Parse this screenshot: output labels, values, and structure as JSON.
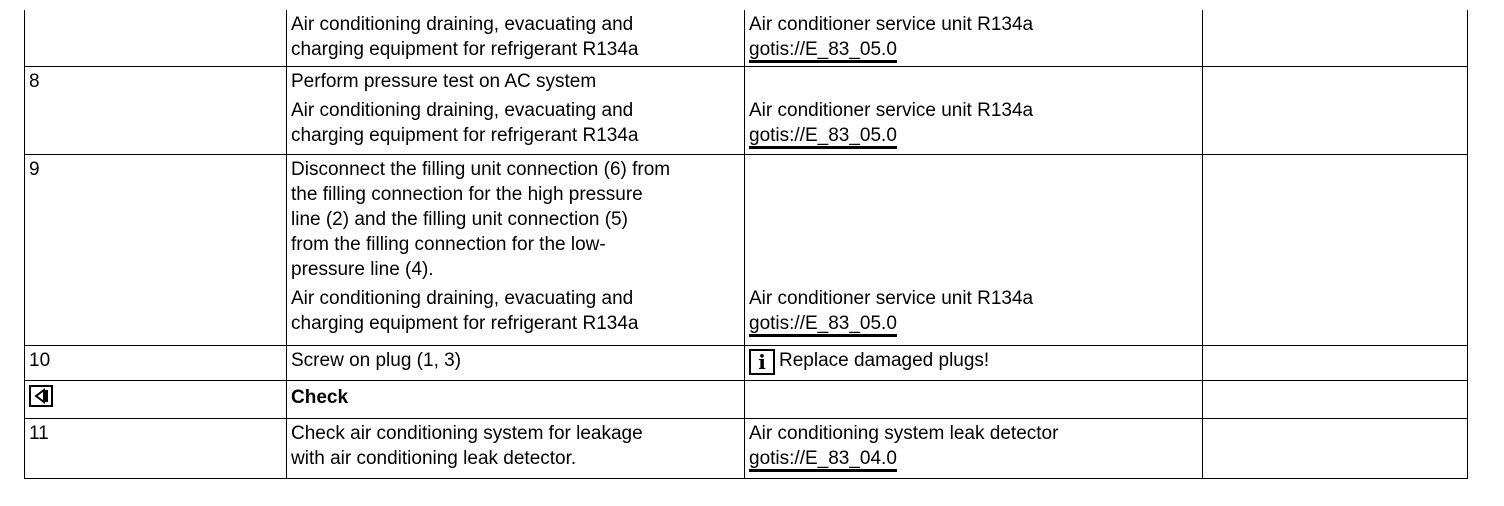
{
  "rows": [
    {
      "step": "",
      "lines": [],
      "equipment": [
        "Air conditioning draining, evacuating and",
        "charging equipment for refrigerant R134a"
      ],
      "tool": "Air conditioner service unit R134a",
      "link": "gotis://E_83_05.0"
    },
    {
      "step": "8",
      "lines": [
        "Perform pressure test on AC system"
      ],
      "equipment": [
        "Air conditioning draining, evacuating and",
        "charging equipment for refrigerant R134a"
      ],
      "tool": "Air conditioner service unit R134a",
      "link": "gotis://E_83_05.0"
    },
    {
      "step": "9",
      "lines": [
        "Disconnect the filling unit connection (6) from",
        "the filling connection for the high pressure",
        "line (2) and the filling unit connection (5)",
        "from the filling connection for the low-",
        "pressure line (4)."
      ],
      "equipment": [
        "Air conditioning draining, evacuating and",
        "charging equipment for refrigerant R134a"
      ],
      "tool": "Air conditioner service unit R134a",
      "link": "gotis://E_83_05.0"
    },
    {
      "step": "10",
      "lines": [
        "Screw on plug (1, 3)"
      ],
      "note": "Replace damaged plugs!",
      "note_icon": "info-icon"
    },
    {
      "step_icon": "check-section-icon",
      "heading": "Check"
    },
    {
      "step": "11",
      "lines": [
        "Check air conditioning system for leakage",
        "with air conditioning leak detector."
      ],
      "tool": "Air conditioning system leak detector",
      "link": "gotis://E_83_04.0"
    }
  ]
}
